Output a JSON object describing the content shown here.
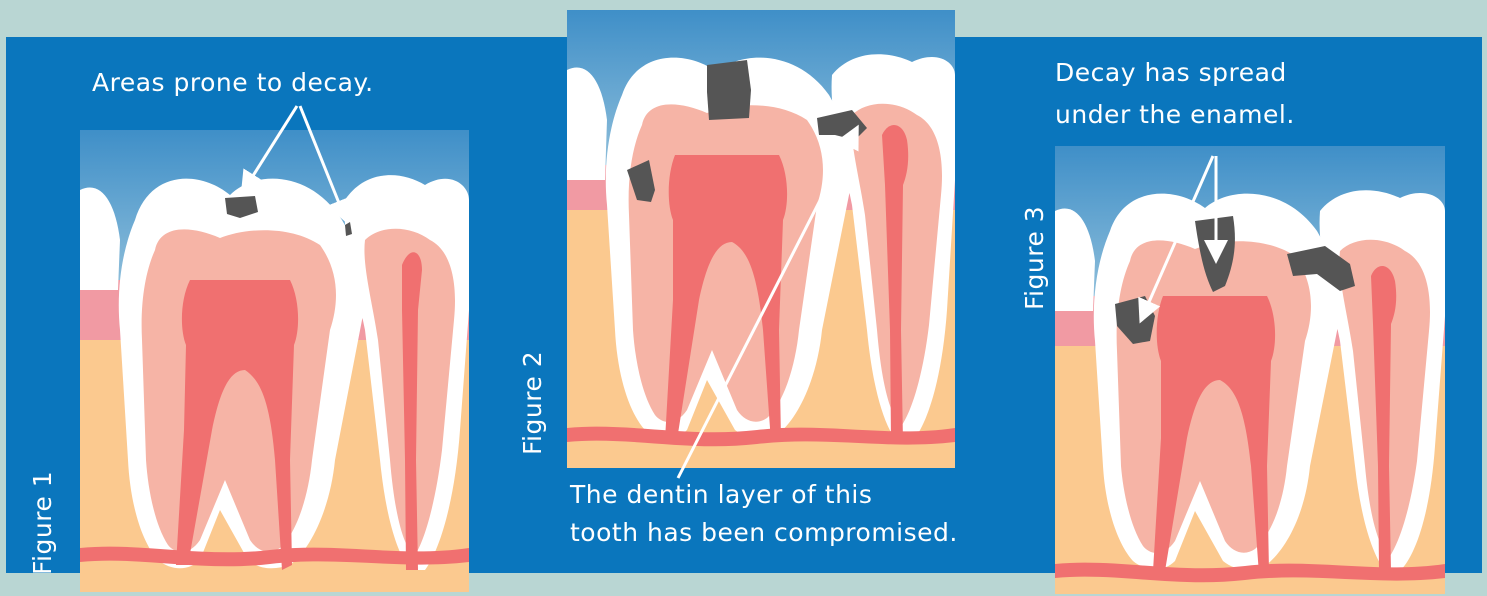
{
  "figures": [
    {
      "label": "Figure 1",
      "annotation": "Areas prone to decay."
    },
    {
      "label": "Figure 2",
      "annotation_line1": "The dentin layer of this",
      "annotation_line2": "tooth has been compromised."
    },
    {
      "label": "Figure 3",
      "annotation_line1": "Decay has spread",
      "annotation_line2": "under the enamel."
    }
  ],
  "colors": {
    "background": "#b9d6d3",
    "band": "#0a76bd",
    "enamel": "#ffffff",
    "dentin": "#f6b4a6",
    "pulp": "#f07070",
    "gum": "#f19aa3",
    "bone": "#fbc98f",
    "decay": "#555555"
  }
}
